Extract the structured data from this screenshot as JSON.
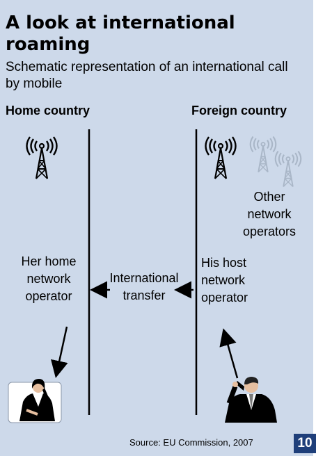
{
  "title": "A look at international roaming",
  "subtitle": "Schematic representation of an international call by mobile",
  "columns": {
    "home": "Home country",
    "foreign": "Foreign country"
  },
  "labels": {
    "other_operators": "Other network operators",
    "home_operator": "Her home network operator",
    "international_transfer": "International transfer",
    "host_operator": "His host network operator"
  },
  "source": "Source: EU Commission, 2007",
  "page_number": "10",
  "icons": {
    "home_tower": "antenna-tower-icon",
    "foreign_tower": "antenna-tower-icon",
    "other_towers": "faded-antenna-tower-icon",
    "woman": "woman-on-phone-icon",
    "man": "man-on-phone-icon"
  },
  "colors": {
    "panel_bg": "#cdd9ea",
    "page_badge": "#1f3f7a",
    "faded_icon": "#a9b6c7"
  }
}
